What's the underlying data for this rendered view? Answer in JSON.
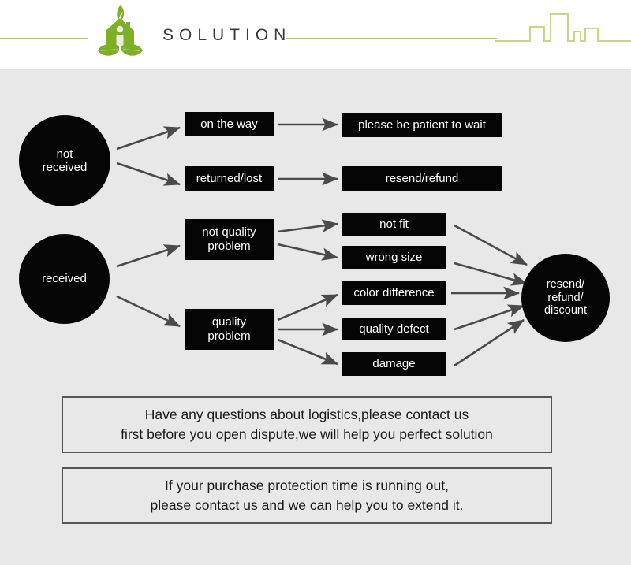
{
  "header": {
    "title": "SOLUTION",
    "logo_icon": "eco-house-leaf-logo",
    "skyline_icon": "city-skyline-outline",
    "accent_color": "#b5c44e",
    "title_color": "#3a3a3a",
    "background": "#ffffff"
  },
  "theme": {
    "canvas_background": "#e8e8e8",
    "node_fill": "#050505",
    "node_text": "#ffffff",
    "arrow_color": "#4a4a4a",
    "note_border": "#555555"
  },
  "flow": {
    "circles": [
      {
        "id": "not-received",
        "lines": [
          "not",
          "received"
        ]
      },
      {
        "id": "received",
        "lines": [
          "received"
        ]
      },
      {
        "id": "resend-refund-discount",
        "lines": [
          "resend/",
          "refund/",
          "discount"
        ]
      }
    ],
    "boxes": [
      {
        "id": "on-the-way",
        "label": "on the way"
      },
      {
        "id": "returned-lost",
        "label": "returned/lost"
      },
      {
        "id": "please-be-patient-to-wait",
        "label": "please be patient to wait"
      },
      {
        "id": "resend-refund",
        "label": "resend/refund"
      },
      {
        "id": "not-quality-problem",
        "lines": [
          "not quality",
          "problem"
        ]
      },
      {
        "id": "quality-problem",
        "lines": [
          "quality",
          "problem"
        ]
      },
      {
        "id": "not-fit",
        "label": "not fit"
      },
      {
        "id": "wrong-size",
        "label": "wrong size"
      },
      {
        "id": "color-difference",
        "label": "color difference"
      },
      {
        "id": "quality-defect",
        "label": "quality defect"
      },
      {
        "id": "damage",
        "label": "damage"
      }
    ]
  },
  "notes": [
    {
      "id": "logistics-note",
      "line1": "Have any questions about logistics,please contact us",
      "line2": "first before you open dispute,we will help you perfect solution"
    },
    {
      "id": "protection-time-note",
      "line1": "If your purchase protection time is running out,",
      "line2": "please contact us and we can help you to extend it."
    }
  ]
}
